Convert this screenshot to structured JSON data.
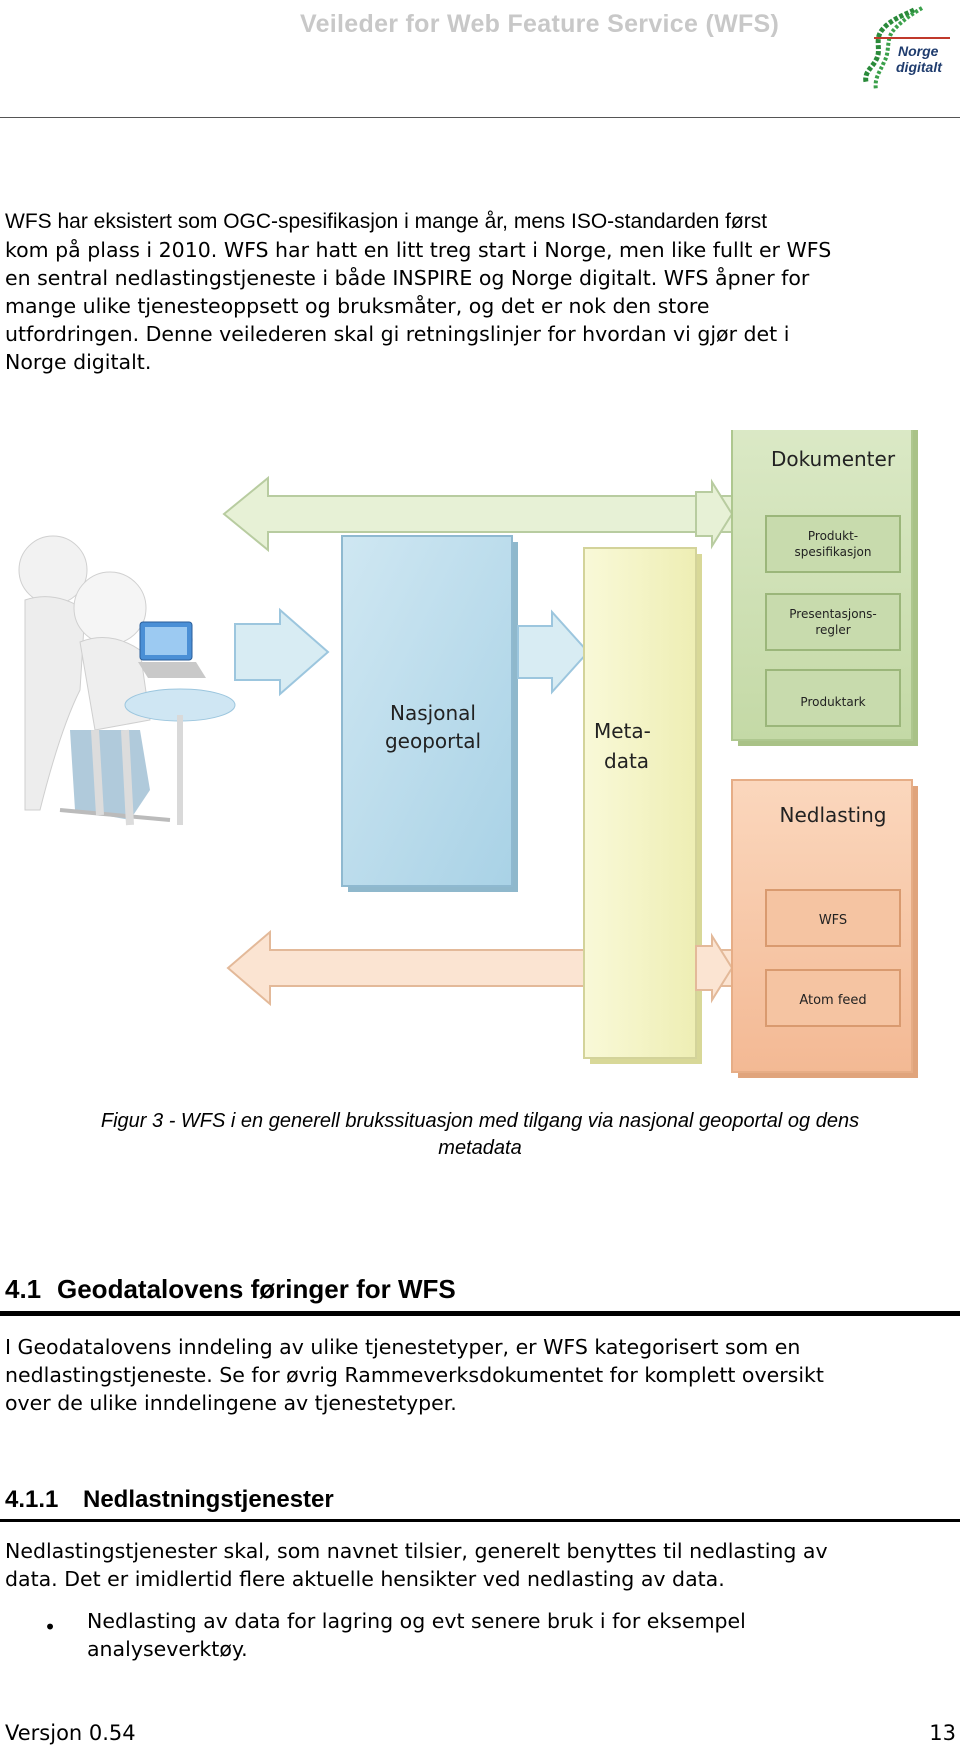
{
  "header": {
    "title": "Veileder for Web Feature Service (WFS)",
    "logo_text": [
      "Norge",
      "digitalt"
    ]
  },
  "intro": [
    "WFS har eksistert som OGC-spesifikasjon i mange år, mens ISO-standarden først",
    "kom på plass i 2010. WFS har hatt en litt treg start i Norge, men like fullt er WFS",
    "en sentral nedlastingstjeneste i både INSPIRE og Norge digitalt. WFS åpner for",
    "mange ulike tjenesteoppsett og bruksmåter, og det er nok den store",
    "utfordringen. Denne veilederen skal gi retningslinjer for hvordan vi gjør det i",
    "Norge digitalt."
  ],
  "figure": {
    "portal": [
      "Nasjonal",
      "geoportal"
    ],
    "metadata": [
      "Meta-",
      "data"
    ],
    "documents": {
      "title": "Dokumenter",
      "items": [
        [
          "Produkt-",
          "spesifikasjon"
        ],
        [
          "Presentasjons-",
          "regler"
        ],
        [
          "Produktark"
        ]
      ]
    },
    "download": {
      "title": "Nedlasting",
      "items": [
        "WFS",
        "Atom feed"
      ]
    },
    "colors": {
      "portal": "#b9dceb",
      "metadata": "#f4f4c4",
      "documents": "#cfe0b4",
      "download": "#f7c8a8",
      "arrow": "#e6f0d0"
    }
  },
  "caption": [
    "Figur 3 - WFS i en generell brukssituasjon med tilgang via nasjonal geoportal og dens",
    "metadata"
  ],
  "section": {
    "number": "4.1",
    "title": "Geodatalovens føringer for WFS",
    "body": [
      "I Geodatalovens inndeling av ulike tjenestetyper, er WFS kategorisert som en",
      "nedlastingstjeneste. Se for øvrig Rammeverksdokumentet for komplett oversikt",
      "over de ulike inndelingene av tjenestetyper."
    ]
  },
  "subsection": {
    "number": "4.1.1",
    "title": "Nedlastningstjenester",
    "body": [
      "Nedlastingstjenester skal, som navnet tilsier, generelt benyttes til nedlasting av",
      "data. Det er imidlertid flere aktuelle hensikter ved nedlasting av data."
    ],
    "bullet_symbol": "•",
    "bullets": [
      [
        "Nedlasting av data for lagring og evt senere bruk i for eksempel",
        "analyseverktøy."
      ]
    ]
  },
  "footer": {
    "version": "Versjon 0.54",
    "page": "13"
  }
}
